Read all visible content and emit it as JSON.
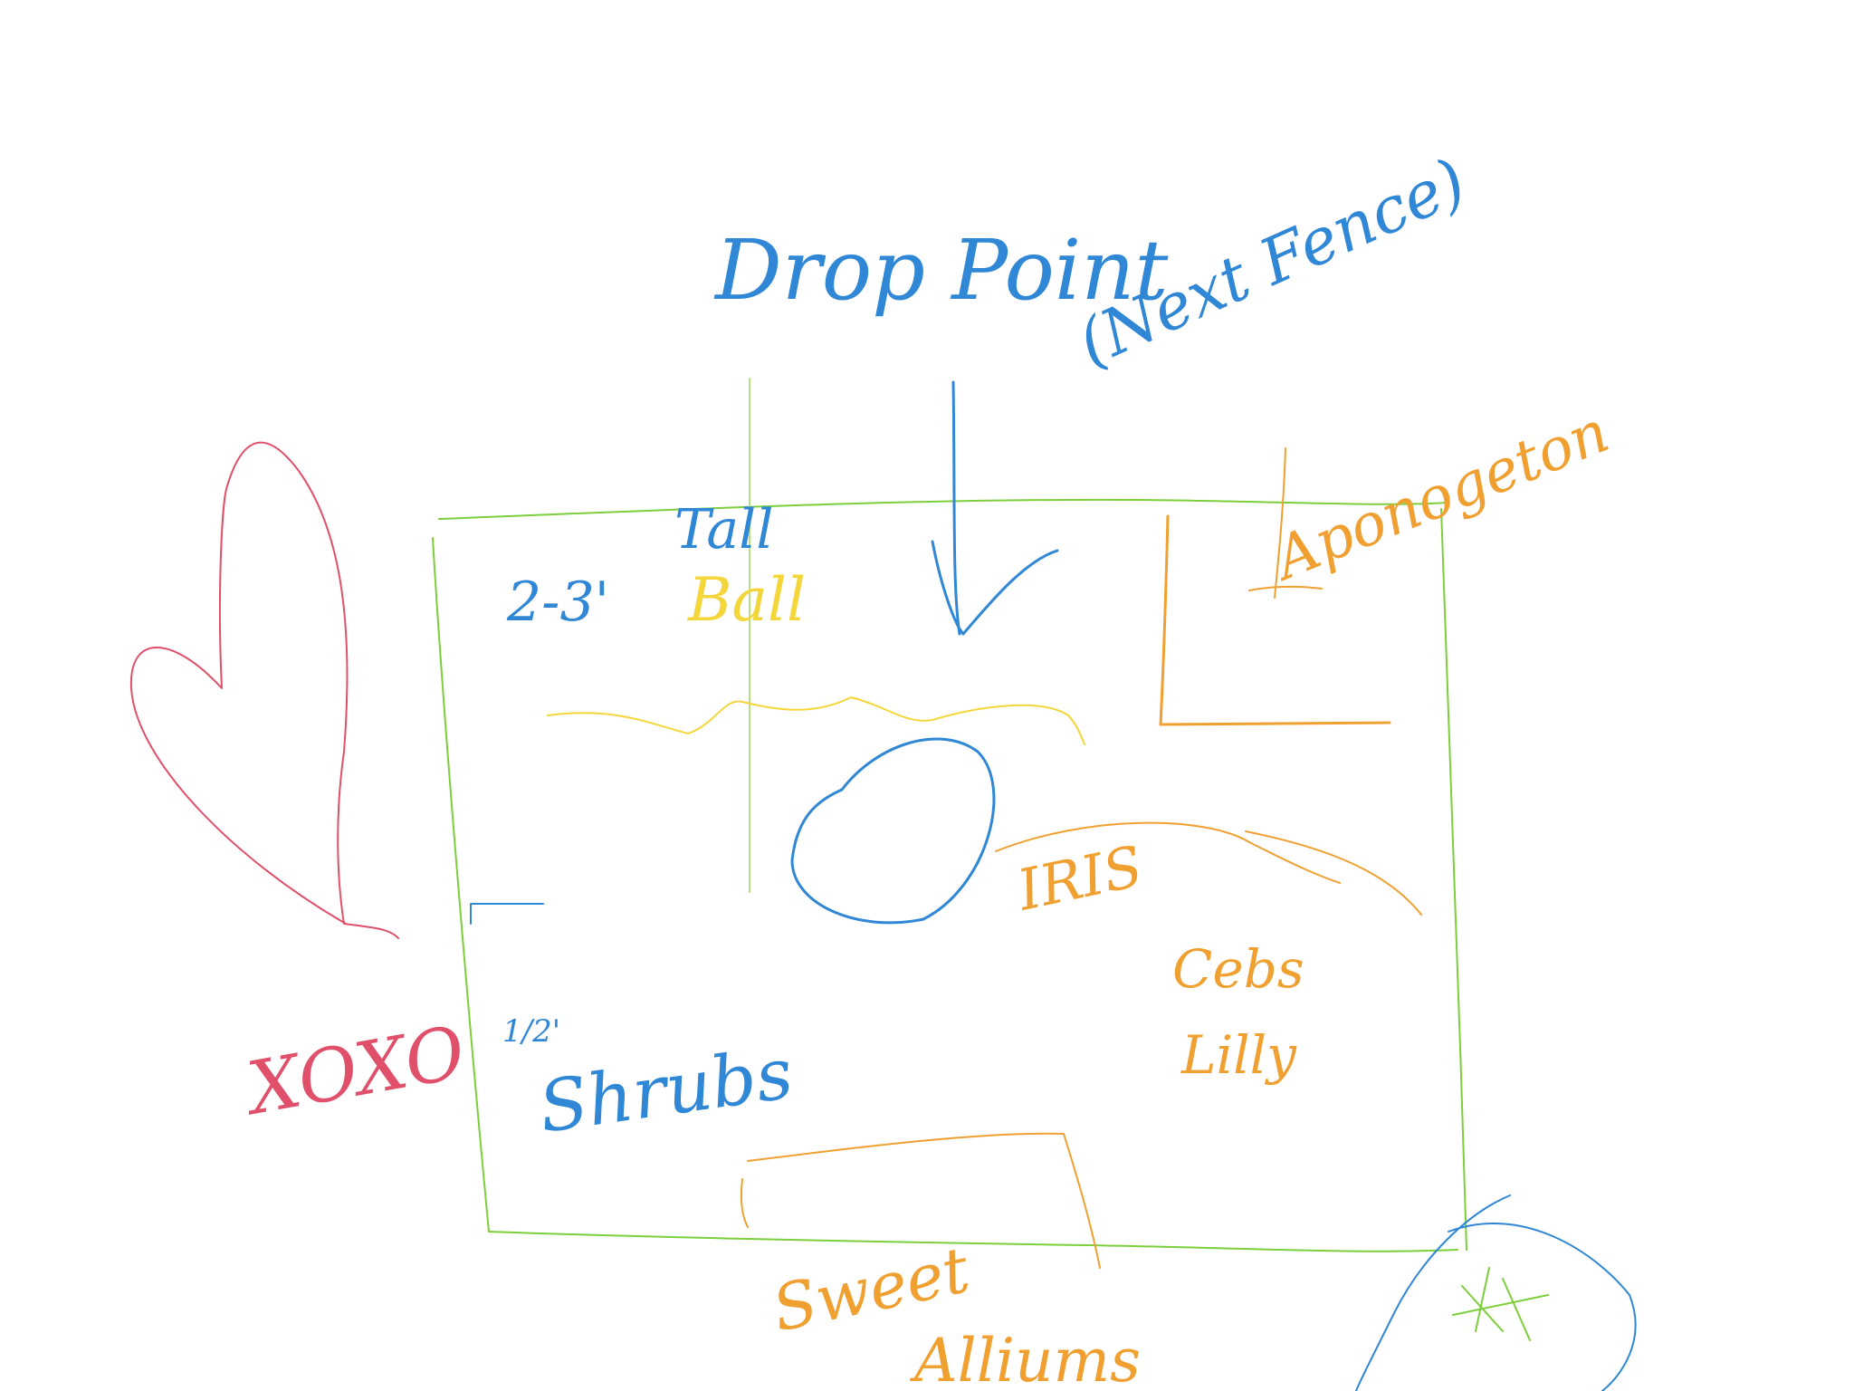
{
  "colors": {
    "border": "#7ccf3a",
    "blue": "#2f87d6",
    "orange": "#f0a030",
    "yellow": "#f5d63a",
    "red": "#e0506a"
  },
  "labels": {
    "drop_point": "Drop Point",
    "point_note": "(Next Fence)",
    "tall": "Tall",
    "height": "2-3'",
    "ball": "Ball",
    "aponogeton": "Aponogeton",
    "iris": "IRIS",
    "cebs": "Cebs",
    "lilly": "Lilly",
    "shrubs": "Shrubs",
    "height_short": "1/2'",
    "sweet": "Sweet",
    "alliums": "Alliums",
    "xoxo": "XOXO"
  }
}
